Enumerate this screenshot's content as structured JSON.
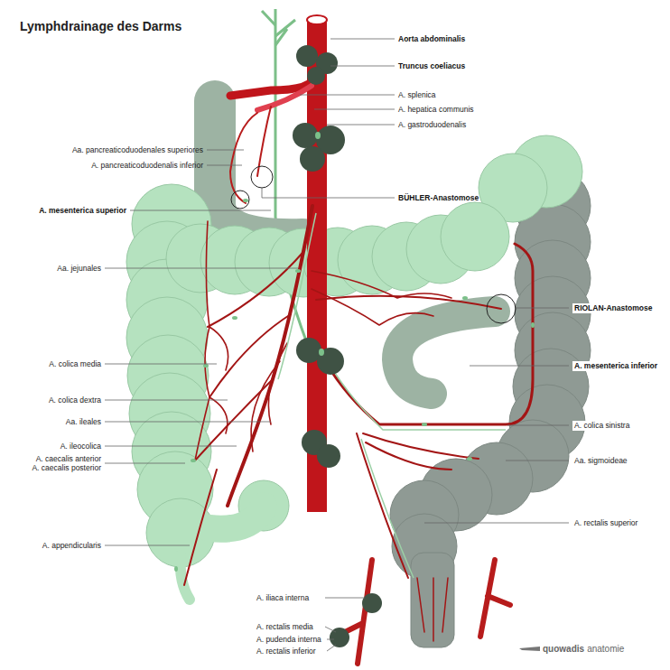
{
  "diagram": {
    "title": "Lymphdrainage des Darms",
    "labels": [
      "Aorta abdominalis",
      "Truncus coeliacus",
      "A. splenica",
      "A. hepatica communis",
      "A. gastroduodenalis",
      "Aa. pancreaticoduodenales superiores",
      "A. pancreaticoduodenalis inferior",
      "BÜHLER-Anastomose",
      "A. mesenterica superior",
      "Aa. jejunales",
      "RIOLAN-Anastomose",
      "A. colica media",
      "A. mesenterica inferior",
      "A. colica dextra",
      "Aa. ileales",
      "A. colica sinistra",
      "A. ileocolica",
      "A. caecalis anterior",
      "A. caecalis posterior",
      "Aa. sigmoideae",
      "A. rectalis superior",
      "A. appendicularis",
      "A. iliaca interna",
      "A. rectalis media",
      "A. pudenda interna",
      "A. rectalis inferior",
      "quowadis",
      "anatomie"
    ]
  }
}
